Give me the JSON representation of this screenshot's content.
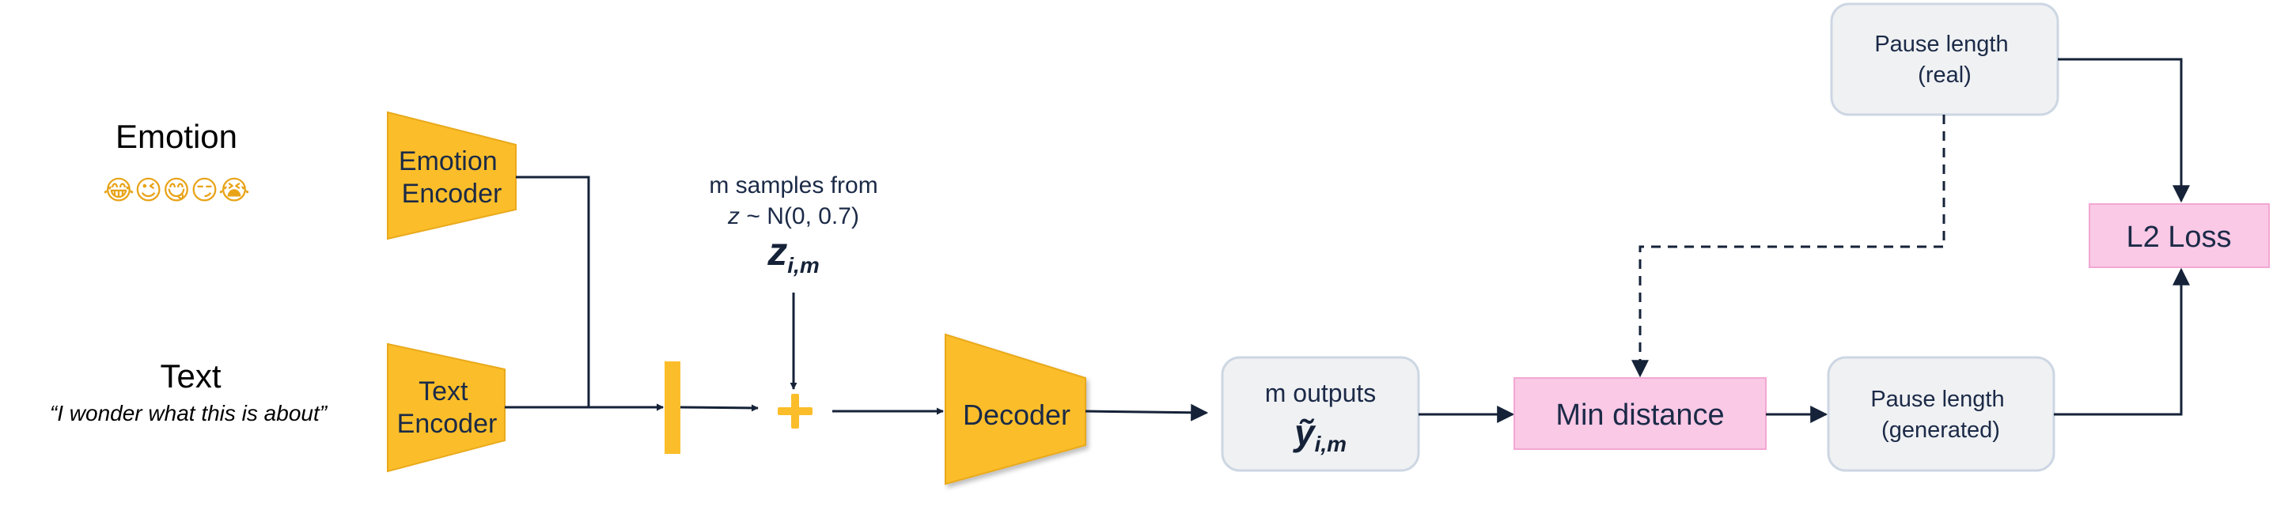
{
  "inputs": {
    "emotion_label": "Emotion",
    "emotion_emojis": "😂😉😋😏😭",
    "text_label": "Text",
    "text_example": "“I wonder what this is about”"
  },
  "encoders": {
    "emotion": [
      "Emotion",
      "Encoder"
    ],
    "text": [
      "Text",
      "Encoder"
    ]
  },
  "sampling": {
    "line1": "m samples from",
    "dist_var": "z",
    "dist_rest": " ~ N(0, 0.7)",
    "z_symbol": "z",
    "z_sub": "i,m"
  },
  "decoder": {
    "label": "Decoder"
  },
  "outputs": {
    "label": "m outputs",
    "y_symbol": "ỹ",
    "y_sub": "i,m"
  },
  "min_distance": {
    "label": "Min distance"
  },
  "pause_real": [
    "Pause length",
    "(real)"
  ],
  "pause_generated": [
    "Pause length",
    "(generated)"
  ],
  "l2_loss": {
    "label": "L2 Loss"
  },
  "colors": {
    "encoder_fill": "#FBBE2A",
    "encoder_stroke": "#E9A91B",
    "pink_fill": "#FAC9E6",
    "pink_stroke": "#F2A7D2",
    "gray_fill": "#F0F1F3",
    "gray_stroke": "#CDD7E3",
    "arrow": "#152238",
    "text": "#1B2A47"
  }
}
